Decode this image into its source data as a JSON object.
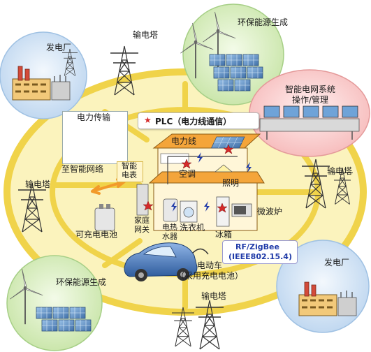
{
  "labels": {
    "power_plant_top": "发电厂",
    "transmission_tower_top": "输电塔",
    "eco_energy_top": "环保能源生成",
    "smart_grid_ops": [
      "智能电网系统",
      "操作/管理"
    ],
    "power_transmission": "电力传输",
    "to_smart_grid": "至智能网络",
    "smart_meter": [
      "智能",
      "电表"
    ],
    "plc": "PLC（电力线通信）",
    "power_line": "电力线",
    "air_conditioner": "空调",
    "lighting": "照明",
    "transmission_tower_left": "输电塔",
    "transmission_tower_right": "输电塔",
    "microwave": "微波炉",
    "home_gateway": [
      "家庭",
      "网关"
    ],
    "water_heater": [
      "电热",
      "水器"
    ],
    "washing_machine": "洗衣机",
    "refrigerator": "冰箱",
    "rechargeable_battery": "可充电电池",
    "rf_zigbee": [
      "RF/ZigBee",
      "(IEEE802.15.4)"
    ],
    "electric_car": [
      "电动车",
      "（采用充电电池）"
    ],
    "eco_energy_bottom": "环保能源生成",
    "transmission_tower_bottom": "输电塔",
    "power_plant_bottom": "发电厂"
  },
  "colors": {
    "ring": "#f3dc5a",
    "ring_inner": "#fbf3bd",
    "house_roof": "#f4a53a",
    "house_wall": "#fff6d8",
    "circle_green": "#d9efc0",
    "circle_blue": "#d7e6f6",
    "circle_pink": "#fbd4d4",
    "plc_star": "#d42a2a",
    "rf_blue": "#1f3aa8"
  }
}
